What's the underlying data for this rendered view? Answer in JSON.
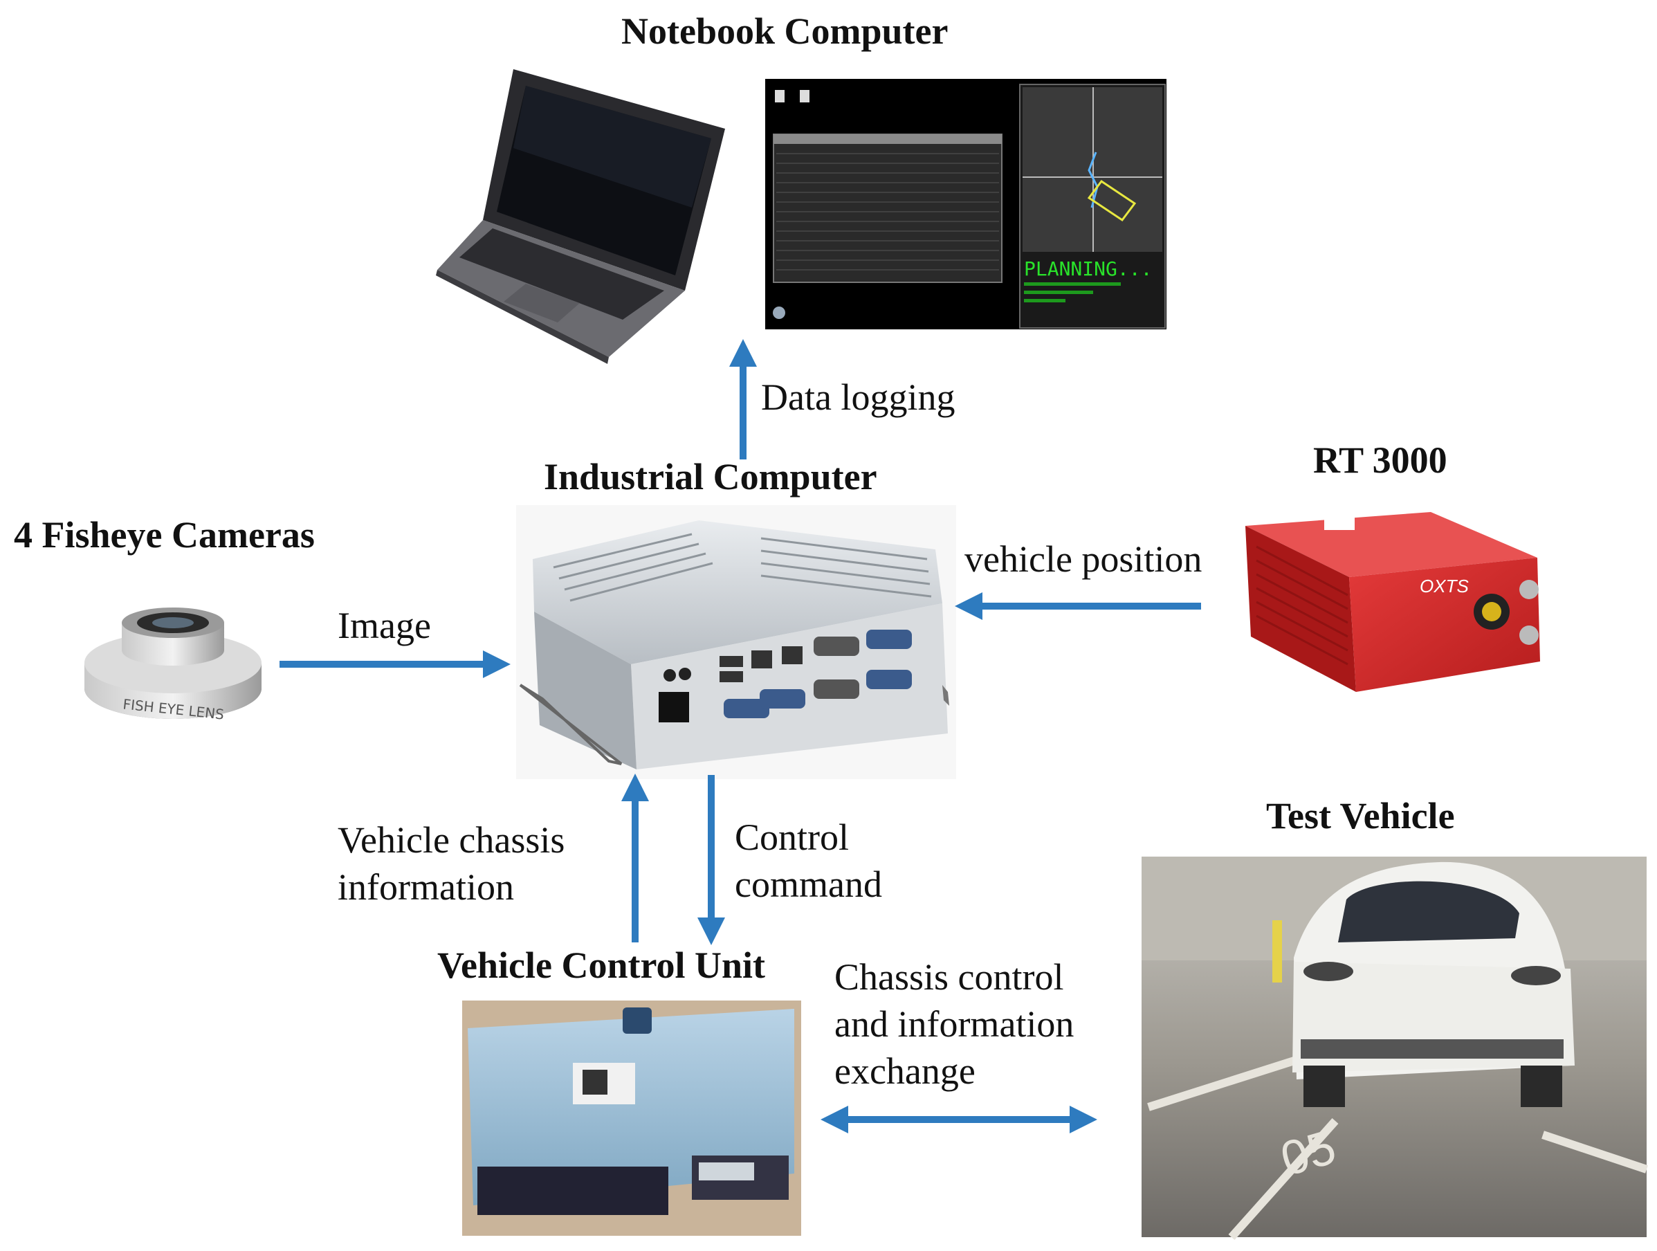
{
  "nodes": {
    "notebook": {
      "title": "Notebook Computer",
      "screen_status": "PLANNING..."
    },
    "industrial": {
      "title": "Industrial Computer"
    },
    "cameras": {
      "title": "4 Fisheye Cameras",
      "lens_text": "FISH EYE LENS"
    },
    "rt3000": {
      "title": "RT 3000",
      "brand": "OXTS"
    },
    "vehicle": {
      "title": "Test Vehicle",
      "slot_number": "05"
    },
    "vcu": {
      "title": "Vehicle Control Unit"
    }
  },
  "edges": {
    "data_logging": "Data logging",
    "vehicle_position": "vehicle position",
    "image": "Image",
    "chassis_info_l1": "Vehicle chassis",
    "chassis_info_l2": "information",
    "control_cmd_l1": "Control",
    "control_cmd_l2": "command",
    "exchange_l1": "Chassis control",
    "exchange_l2": "and information",
    "exchange_l3": "exchange"
  },
  "colors": {
    "arrow": "#2E7BBF"
  }
}
